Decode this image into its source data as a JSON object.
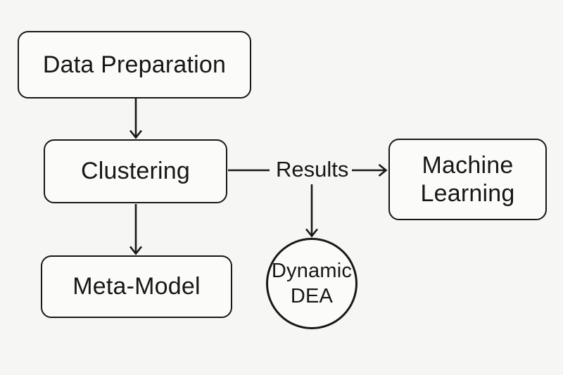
{
  "diagram": {
    "title": "workflow-flowchart",
    "colors": {
      "background": "#f6f6f4",
      "node_fill": "#fbfbf9",
      "stroke": "#181818",
      "text": "#171717"
    },
    "nodes": {
      "data_preparation": {
        "label": "Data Preparation",
        "shape": "rounded-rect"
      },
      "clustering": {
        "label": "Clustering",
        "shape": "rounded-rect"
      },
      "meta_model": {
        "label": "Meta-Model",
        "shape": "rounded-rect"
      },
      "machine_learning": {
        "label": "Machine Learning",
        "line1": "Machine",
        "line2": "Learning",
        "shape": "rounded-rect"
      },
      "dynamic_dea": {
        "label": "Dynamic DEA",
        "line1": "Dynamic",
        "line2": "DEA",
        "shape": "circle"
      }
    },
    "edges": [
      {
        "from": "data_preparation",
        "to": "clustering",
        "label": ""
      },
      {
        "from": "clustering",
        "to": "machine_learning",
        "label": "Results"
      },
      {
        "from": "clustering",
        "to": "meta_model",
        "label": ""
      },
      {
        "from": "results_label",
        "to": "dynamic_dea",
        "label": ""
      }
    ],
    "edge_label_results": "Results"
  }
}
